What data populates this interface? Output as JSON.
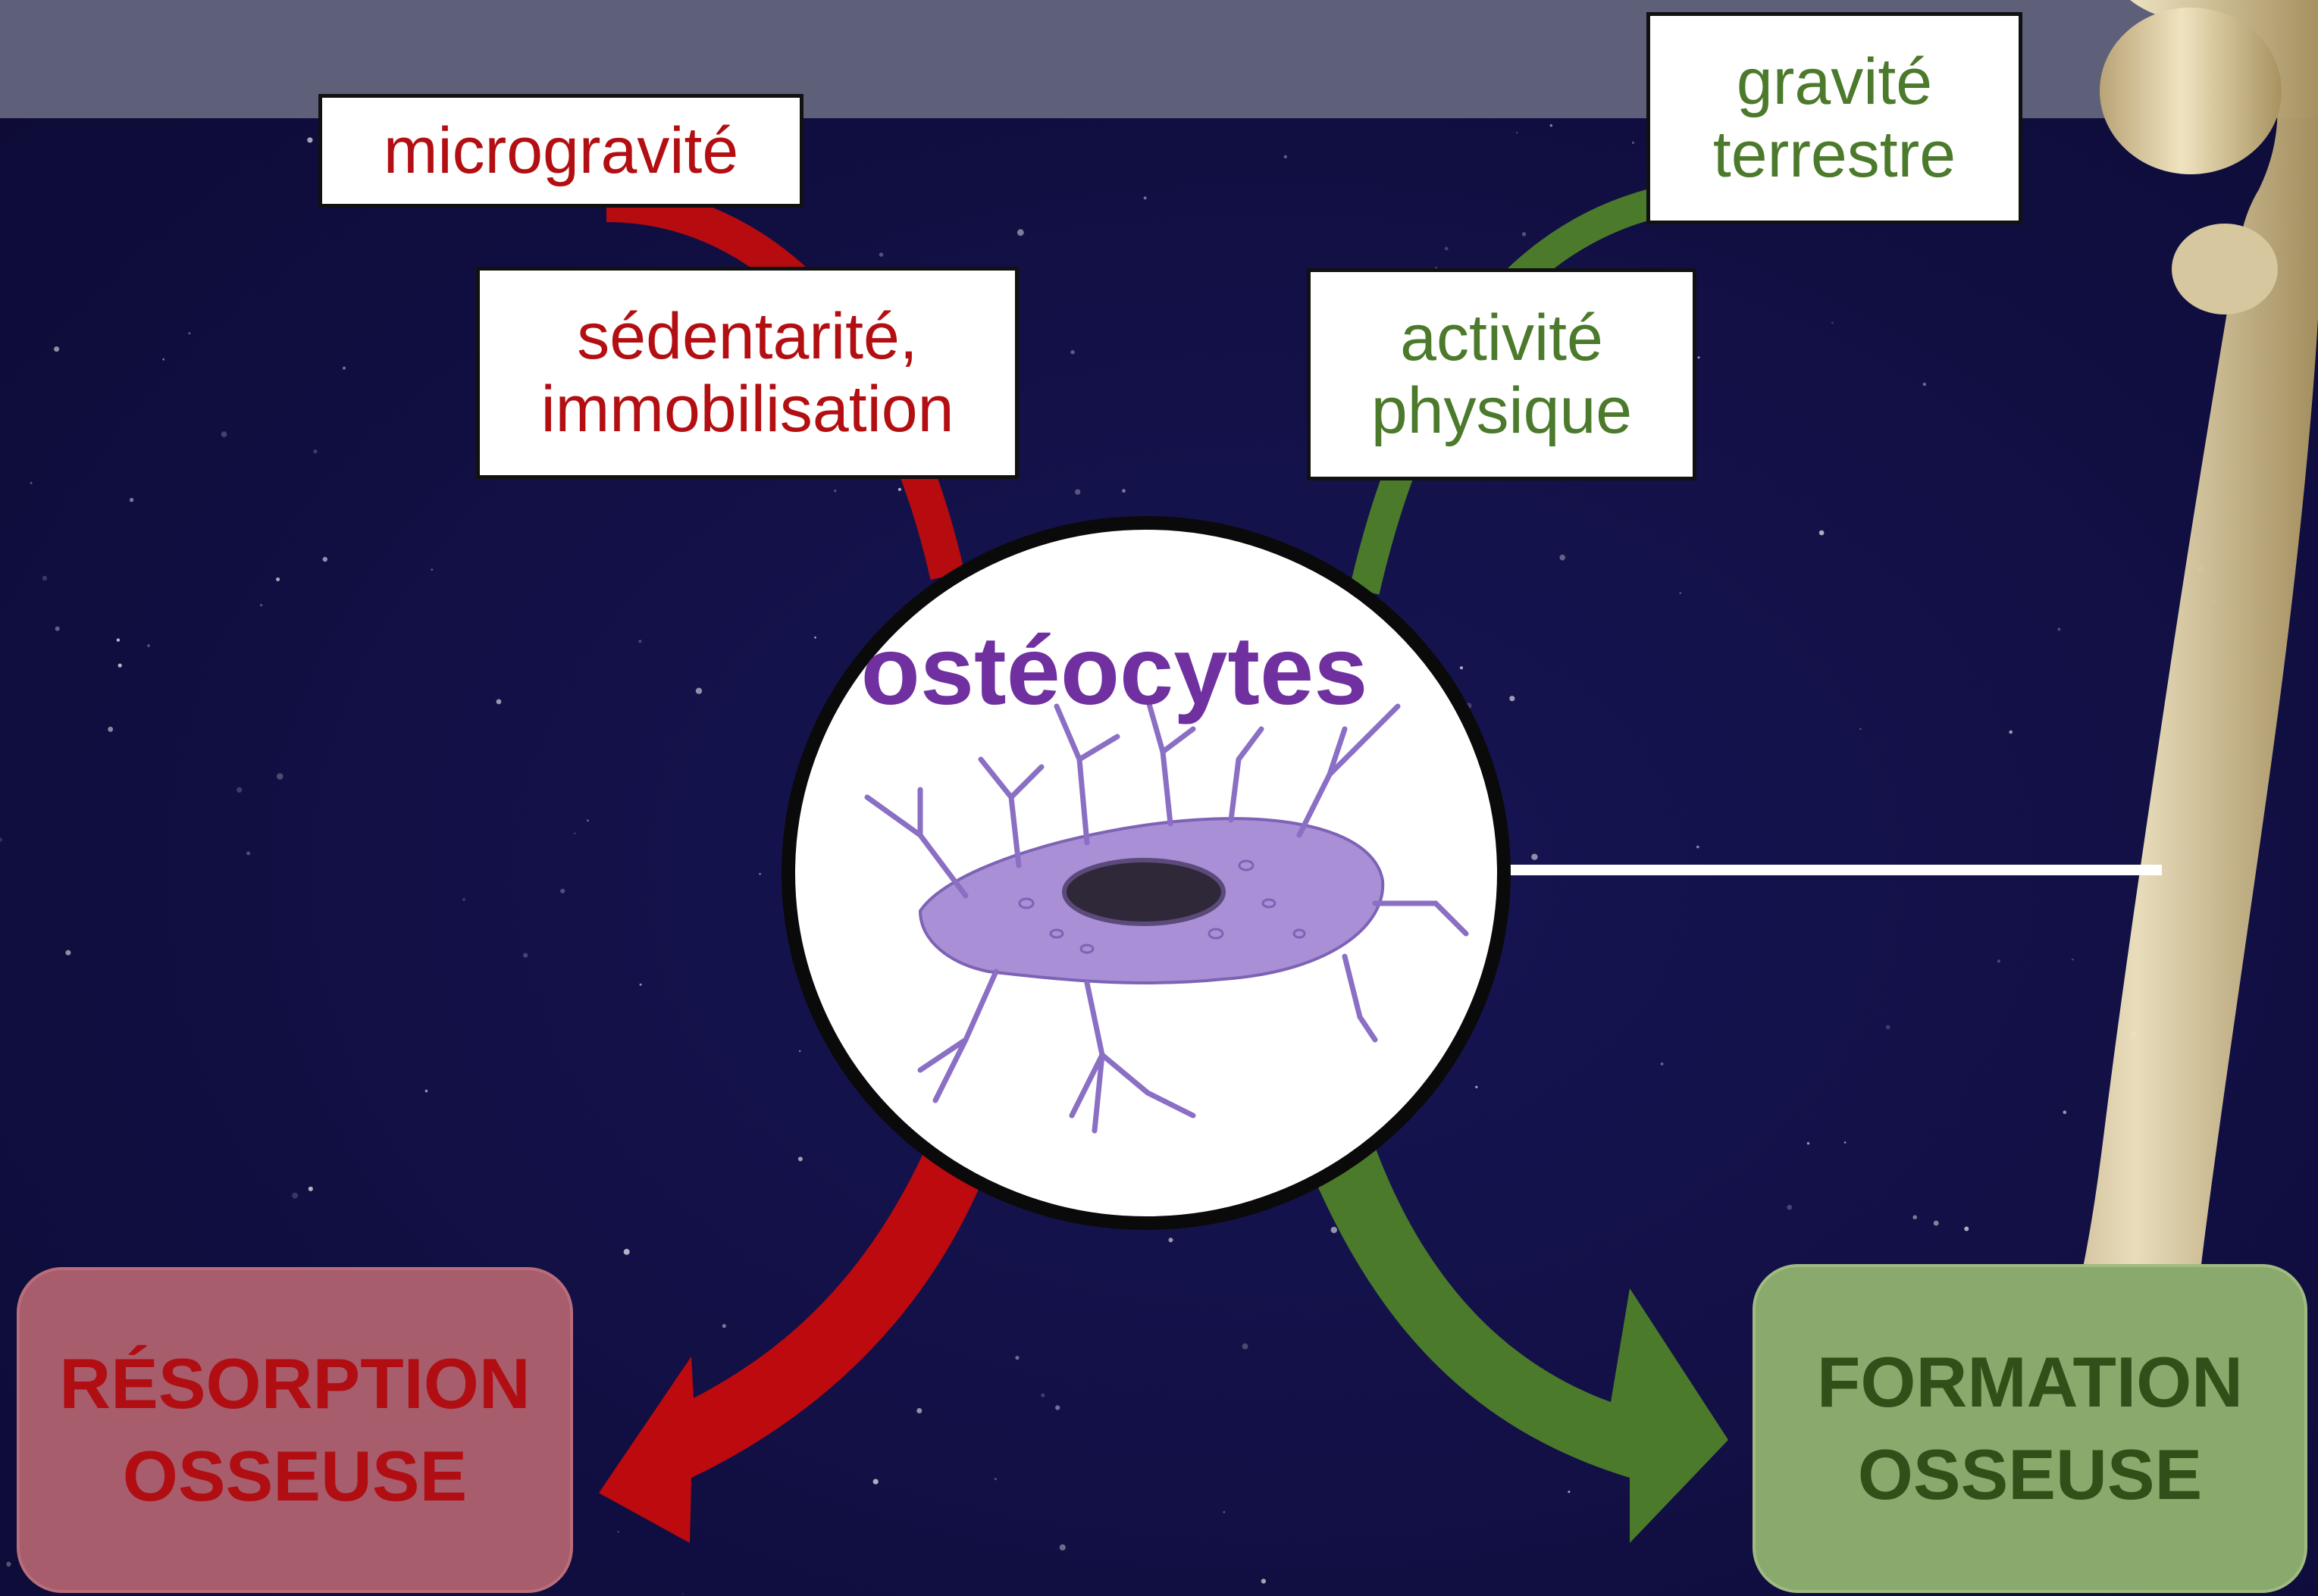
{
  "factors": {
    "micro": "microgravité",
    "sed_line1": "sédentarité,",
    "sed_line2": "immobilisation",
    "grav_line1": "gravité",
    "grav_line2": "terrestre",
    "act_line1": "activité",
    "act_line2": "physique"
  },
  "center": {
    "title": "ostéocytes"
  },
  "outcomes": {
    "resorption_line1": "RÉSORPTION",
    "resorption_line2": "OSSEUSE",
    "formation_line1": "FORMATION",
    "formation_line2": "OSSEUSE"
  },
  "colors": {
    "negative": "#b30f12",
    "positive": "#4c7a2c",
    "osteocyte_text": "#7030a0",
    "background": "#0f0d3c",
    "header_band": "#5e6079"
  },
  "icons": [
    "osteocyte-cell-icon",
    "femur-bone-icon"
  ]
}
